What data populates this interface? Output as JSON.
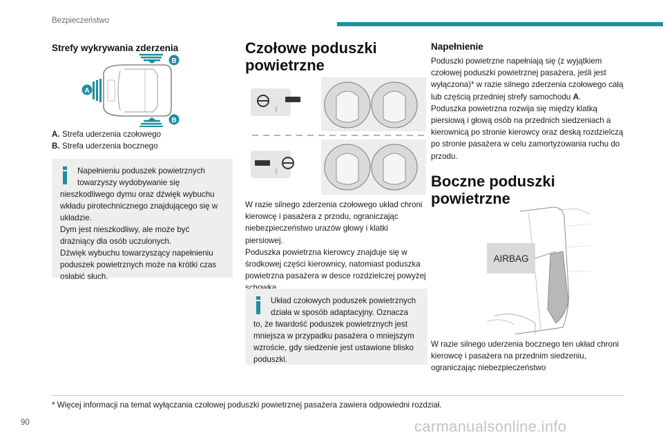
{
  "header": {
    "section": "Bezpieczeństwo",
    "accent_color": "#1d8fa1"
  },
  "left": {
    "title": "Strefy wykrywania zderzenia",
    "figure_labels": {
      "a": "A",
      "b": "B"
    },
    "legend": [
      {
        "key": "A.",
        "text": "Strefa uderzenia czołowego"
      },
      {
        "key": "B.",
        "text": "Strefa uderzenia bocznego"
      }
    ],
    "note": [
      "Napełnieniu poduszek powietrznych towarzyszy wydobywanie się nieszkodliwego dymu oraz dźwięk wybuchu wkładu pirotechnicznego znajdującego się w układzie.",
      "Dym jest nieszkodliwy, ale może być drażniący dla osób uczulonych.",
      "Dźwięk wybuchu towarzyszący napełnieniu poduszek powietrznych może na krótki czas osłabić słuch."
    ]
  },
  "middle": {
    "title": "Czołowe poduszki powietrzne",
    "paragraphs": [
      "W razie silnego zderzenia czołowego układ chroni kierowcę i pasażera z przodu, ograniczając niebezpieczeństwo urazów głowy i klatki piersiowej.",
      "Poduszka powietrzna kierowcy znajduje się w środkowej części kierownicy, natomiast poduszka powietrzna pasażera w desce rozdzielczej powyżej schowka."
    ],
    "note": "Układ czołowych poduszek powietrznych działa w sposób adaptacyjny. Oznacza to, że twardość poduszek powietrznych jest mniejsza w przypadku pasażera o mniejszym wzroście, gdy siedzenie jest ustawione blisko poduszki."
  },
  "right": {
    "inflation_title": "Napełnienie",
    "inflation_p1_before": "Poduszki powietrzne napełniają się (z wyjątkiem czołowej poduszki powietrznej pasażera, jeśli jest wyłączona)* w razie silnego zderzenia czołowego całą lub częścią przedniej strefy samochodu ",
    "inflation_p1_bold": "A",
    "inflation_p1_after": ".",
    "inflation_p2": "Poduszka powietrzna rozwija się między klatką piersiową i głową osób na przednich siedzeniach a kierownicą po stronie kierowcy oraz deską rozdzielczą po stronie pasażera w celu zamortyzowania ruchu do przodu.",
    "side_title": "Boczne poduszki powietrzne",
    "airbag_label": "AIRBAG",
    "side_paragraph": "W razie silnego uderzenia bocznego ten układ chroni kierowcę i pasażera na przednim siedzeniu, ograniczając niebezpieczeństwo"
  },
  "footnote": "* Więcej informacji na temat wyłączania czołowej poduszki powietrznej pasażera zawiera odpowiedni rozdział.",
  "page_number": "90",
  "watermark": "carmanualsonline.info"
}
